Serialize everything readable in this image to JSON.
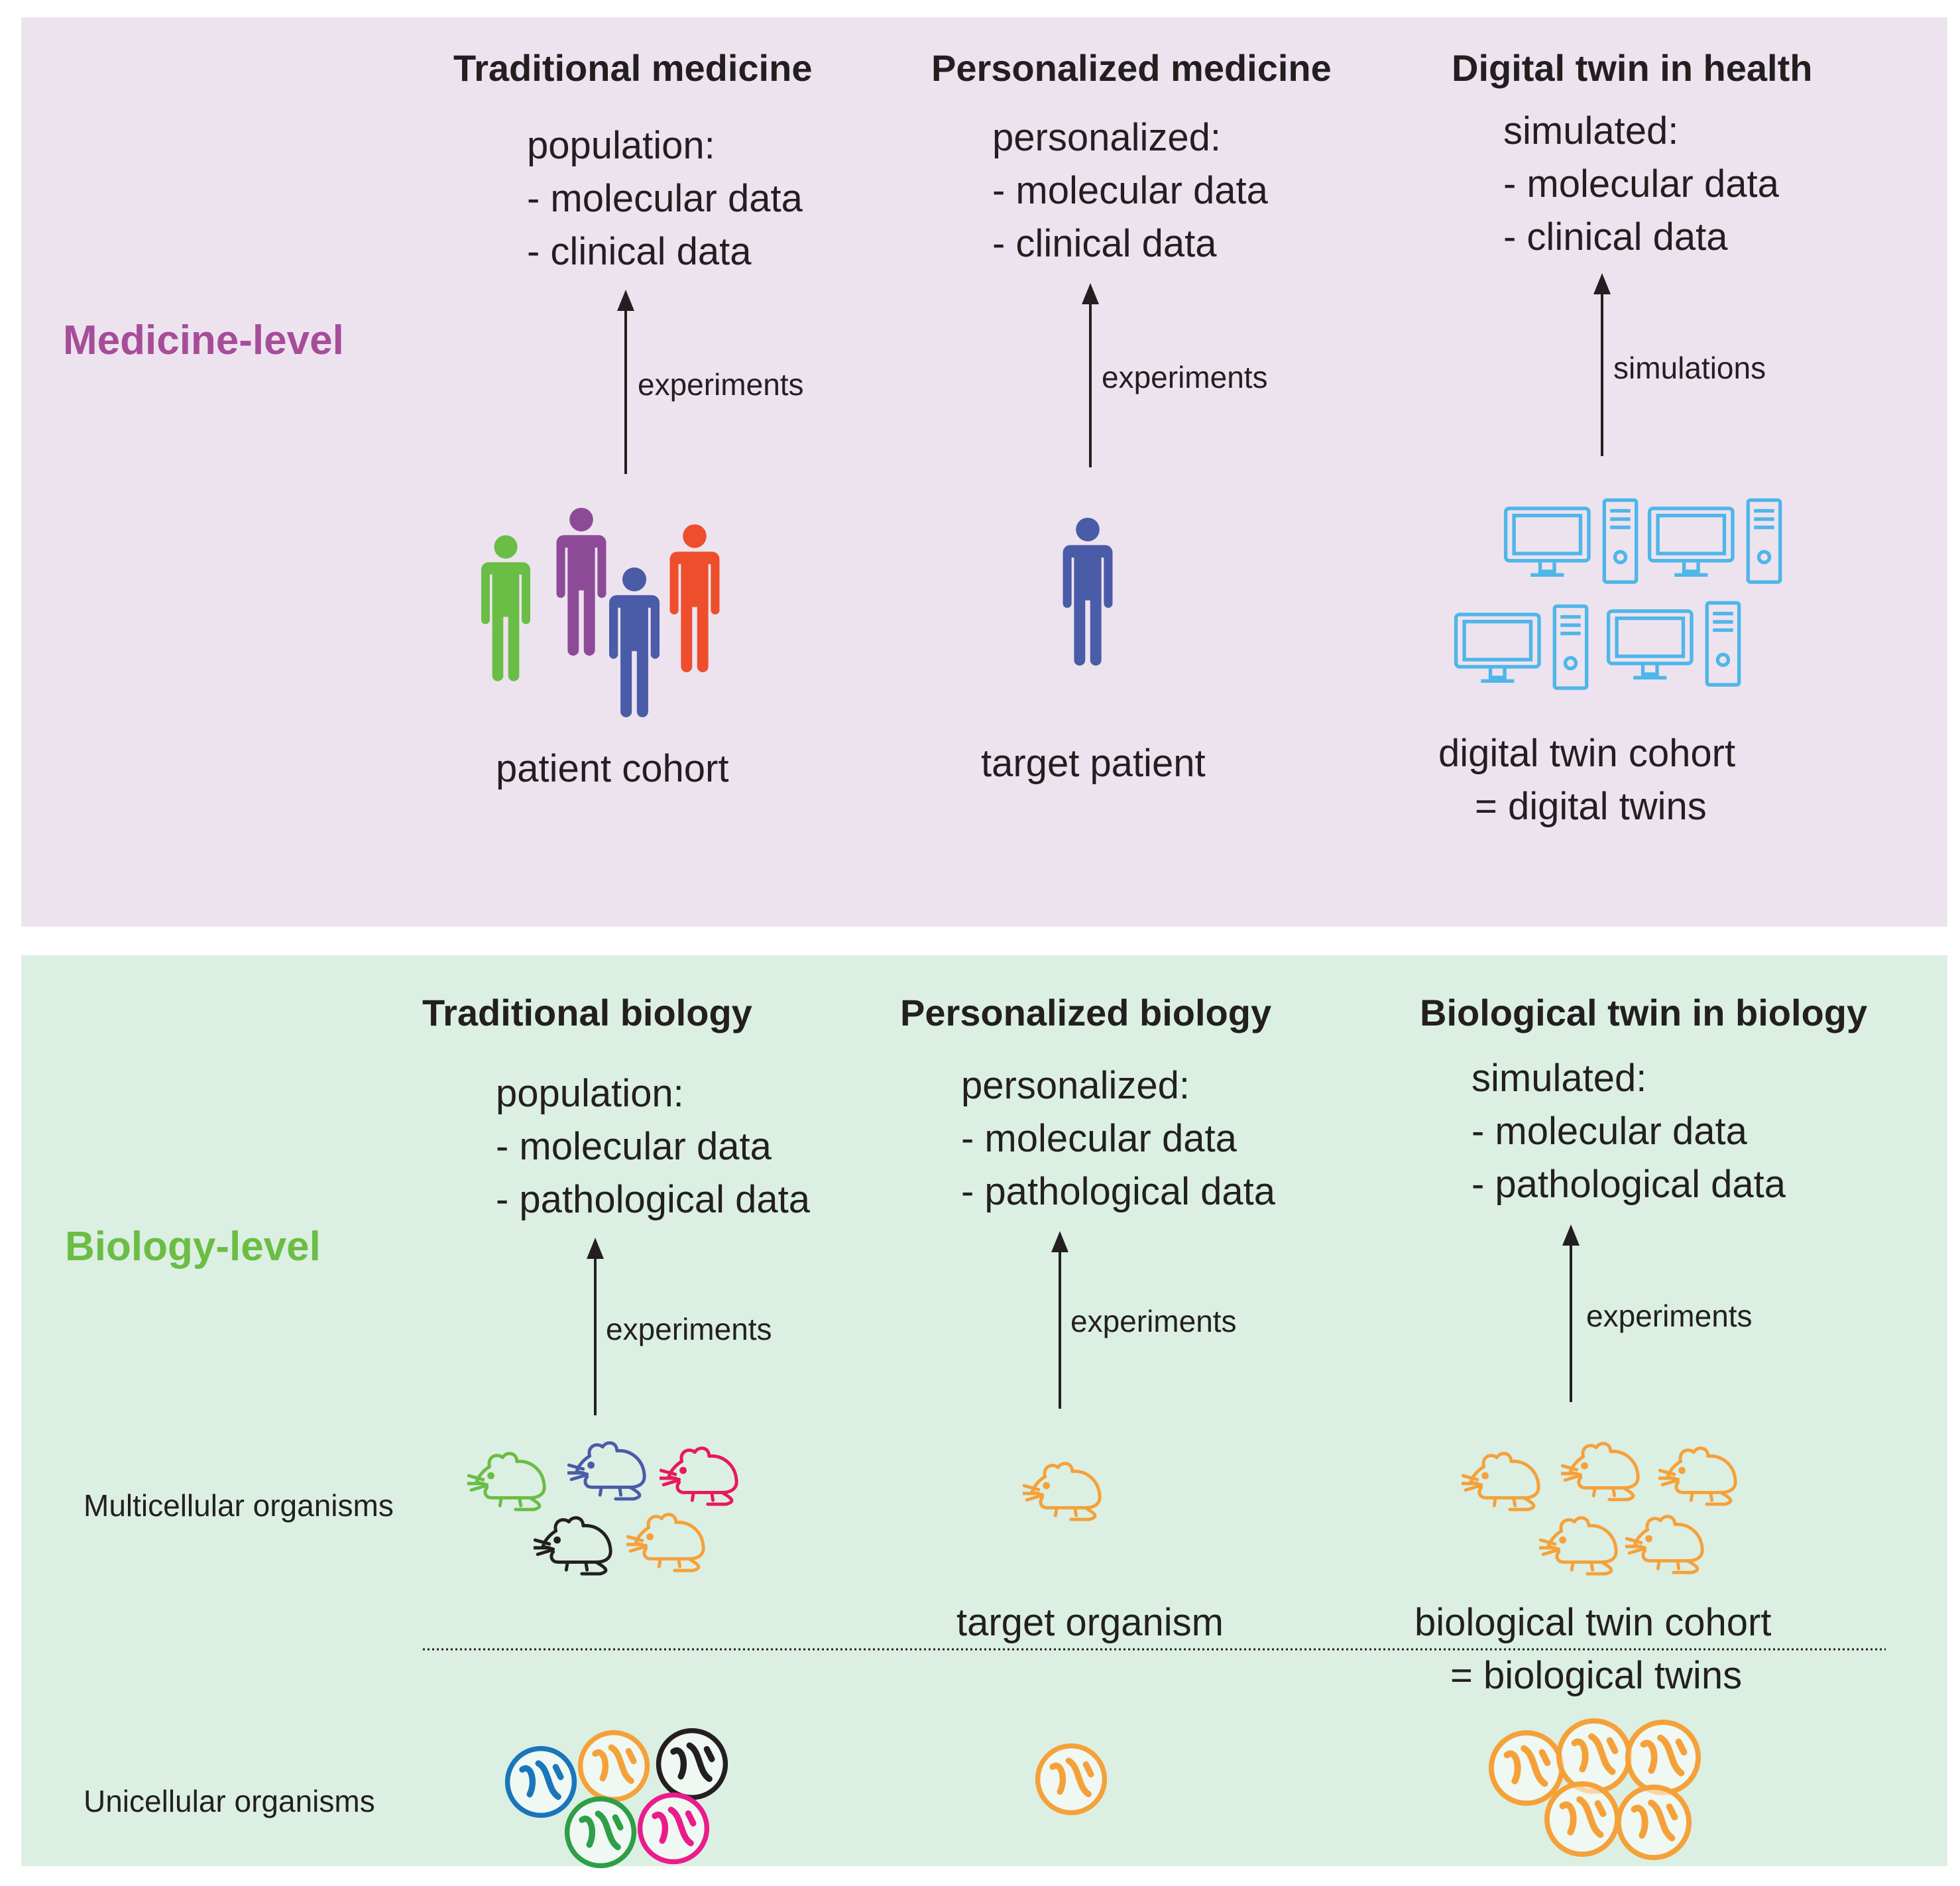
{
  "colors": {
    "medicine_level": "#a64d9a",
    "biology_level": "#6bbd45",
    "green": "#6abd45",
    "purple": "#8d4b97",
    "blue": "#4a5ba8",
    "red": "#ee4e2c",
    "pink": "#e8185c",
    "orange": "#f5a13a",
    "computer": "#4fb6e9",
    "black": "#231f20",
    "teal_blue": "#1a75bb",
    "cell_green": "#2f9e48",
    "magenta": "#ea1c8c"
  },
  "medicine": {
    "level_label": "Medicine-level",
    "columns": [
      {
        "title": "Traditional medicine",
        "lines": [
          "population:",
          "- molecular data",
          "- clinical data"
        ],
        "arrow_label": "experiments",
        "subject_label": [
          "patient cohort"
        ],
        "icon": "people-group-icon"
      },
      {
        "title": "Personalized medicine",
        "lines": [
          "personalized:",
          "- molecular data",
          "- clinical data"
        ],
        "arrow_label": "experiments",
        "subject_label": [
          "target patient"
        ],
        "icon": "person-icon"
      },
      {
        "title": "Digital twin in health",
        "lines": [
          "simulated:",
          "- molecular data",
          "- clinical data"
        ],
        "arrow_label": "simulations",
        "subject_label": [
          "digital twin cohort",
          "= digital twins"
        ],
        "icon": "computer-icon"
      }
    ]
  },
  "biology": {
    "level_label": "Biology-level",
    "multicellular_label": "Multicellular organisms",
    "unicellular_label": "Unicellular organisms",
    "columns": [
      {
        "title": "Traditional biology",
        "lines": [
          "population:",
          "- molecular data",
          "- pathological data"
        ],
        "arrow_label": "experiments",
        "subject_label": []
      },
      {
        "title": "Personalized biology",
        "lines": [
          "personalized:",
          "- molecular data",
          "- pathological data"
        ],
        "arrow_label": "experiments",
        "subject_label": [
          "target organism"
        ]
      },
      {
        "title": "Biological twin in biology",
        "lines": [
          "simulated:",
          "- molecular data",
          "- pathological data"
        ],
        "arrow_label": "experiments",
        "subject_label": [
          "biological twin cohort",
          "= biological twins"
        ]
      }
    ]
  }
}
